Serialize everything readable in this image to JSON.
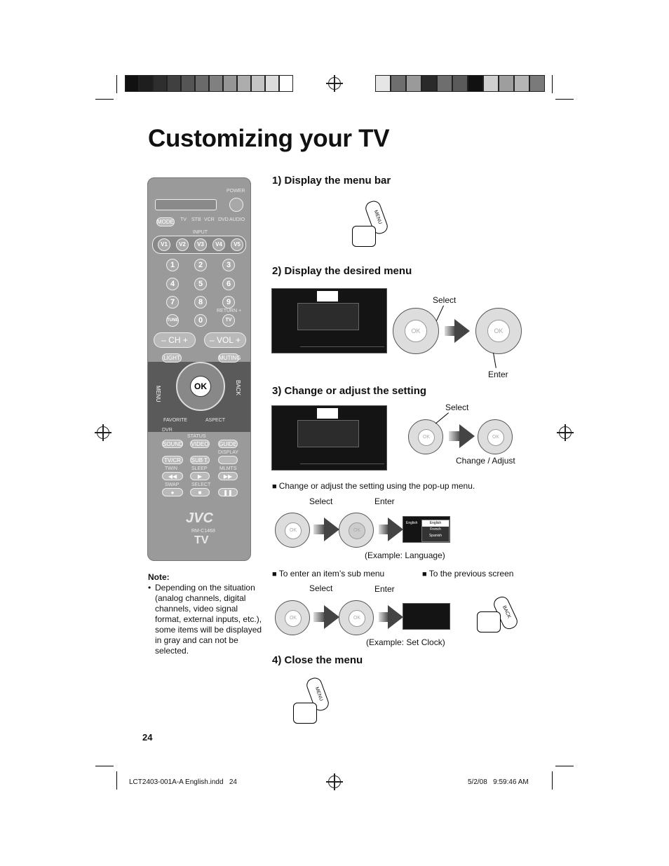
{
  "page": {
    "title": "Customizing your TV",
    "page_number": "24",
    "footer_left": "LCT2403-001A-A English.indd   24",
    "footer_right": "5/2/08   9:59:46 AM"
  },
  "steps": [
    {
      "heading": "1)  Display the menu bar"
    },
    {
      "heading": "2)  Display the desired menu"
    },
    {
      "heading": "3)  Change or adjust the setting"
    },
    {
      "heading": "4)  Close the menu"
    }
  ],
  "labels": {
    "select": "Select",
    "enter": "Enter",
    "change_adjust": "Change / Adjust",
    "example_language": "(Example:  Language)",
    "example_set_clock": "(Example:  Set Clock)",
    "menu_key": "MENU",
    "back_key": "BACK",
    "ok": "OK"
  },
  "bullets": {
    "popup": "Change or adjust the setting using the pop-up menu.",
    "sub_menu": "To enter an item’s sub menu",
    "previous": "To the previous screen"
  },
  "note": {
    "title": "Note:",
    "text": "Depending on the situation (analog channels, digital channels, video signal format, external inputs, etc.), some items will be displayed in gray and can not be selected."
  },
  "remote": {
    "power": "POWER",
    "mode": "MODE",
    "modes": [
      "TV",
      "STB",
      "VCR",
      "DVD",
      "AUDIO"
    ],
    "input": "INPUT",
    "inputs": [
      "V1",
      "V2",
      "V3",
      "V4",
      "V5"
    ],
    "digits": [
      "1",
      "2",
      "3",
      "4",
      "5",
      "6",
      "7",
      "8",
      "9",
      "0"
    ],
    "tune": "TUNE",
    "return": "RETURN +",
    "tv": "TV",
    "ch": "– CH +",
    "vol": "– VOL +",
    "light": "LIGHT",
    "muting": "MUTING",
    "ok": "OK",
    "menu": "MENU",
    "back": "BACK",
    "favorite": "FAVORITE",
    "aspect": "ASPECT",
    "status": "STATUS",
    "dvr": "DVR",
    "sound": "SOUND",
    "video": "VIDEO",
    "guide": "GUIDE",
    "display": "DISPLAY",
    "tvcr": "TV/CR",
    "subt": "SUB T.",
    "twin": "TWIN",
    "sleep": "SLEEP",
    "multi": "MLMTS",
    "swap": "SWAP",
    "select": "SELECT",
    "brand": "JVC",
    "model": "RM-C1468",
    "tv_logo": "TV"
  },
  "popup_menu": {
    "items": [
      "English",
      "French",
      "Spanish"
    ]
  },
  "colors": {
    "swatches_left": [
      "#111111",
      "#1e1e1e",
      "#2e2e2e",
      "#404040",
      "#555555",
      "#6a6a6a",
      "#808080",
      "#969696",
      "#adadad",
      "#c4c4c4",
      "#dcdcdc",
      "#ffffff"
    ],
    "swatches_right": [
      "#e6e6e6",
      "#6e6e6e",
      "#9a9a9a",
      "#2a2a2a",
      "#6e6e6e",
      "#5a5a5a",
      "#111111",
      "#cfcfcf",
      "#9e9e9e",
      "#b5b5b5",
      "#7a7a7a"
    ]
  }
}
